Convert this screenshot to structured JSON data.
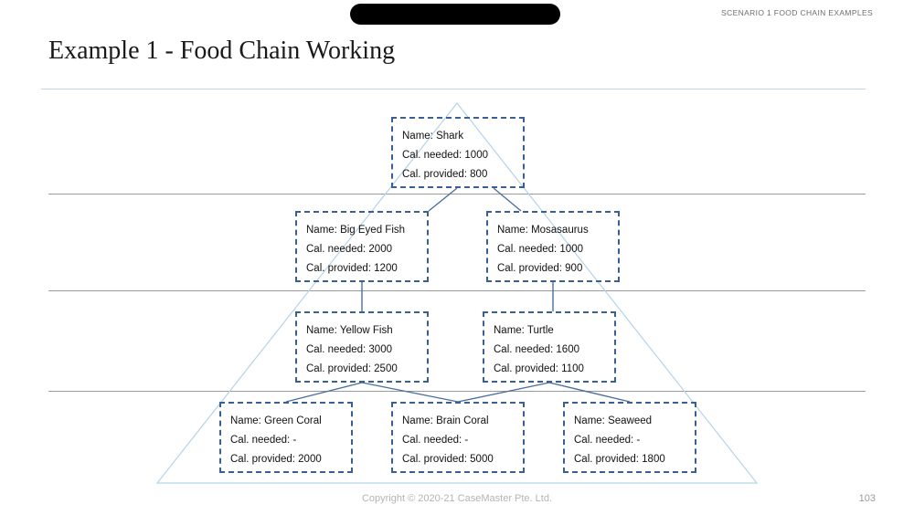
{
  "header": {
    "eyebrow": "SCENARIO 1 FOOD CHAIN EXAMPLES",
    "title": "Example 1 - Food Chain Working",
    "redaction_bar": "redaction-bar"
  },
  "labels": {
    "name_prefix": "Name:",
    "needed_prefix": "Cal. needed:",
    "provided_prefix": "Cal. provided:"
  },
  "nodes": [
    {
      "id": "shark",
      "name_line": "Name: Shark",
      "needed_line": "Cal. needed: 1000",
      "provided_line": "Cal. provided: 800",
      "name": "Shark",
      "cal_needed": "1000",
      "cal_provided": "800",
      "level": 1
    },
    {
      "id": "big-eyed-fish",
      "name_line": "Name: Big Eyed Fish",
      "needed_line": "Cal. needed: 2000",
      "provided_line": "Cal. provided: 1200",
      "name": "Big Eyed Fish",
      "cal_needed": "2000",
      "cal_provided": "1200",
      "level": 2
    },
    {
      "id": "mosasaurus",
      "name_line": "Name: Mosasaurus",
      "needed_line": "Cal. needed: 1000",
      "provided_line": "Cal. provided: 900",
      "name": "Mosasaurus",
      "cal_needed": "1000",
      "cal_provided": "900",
      "level": 2
    },
    {
      "id": "yellow-fish",
      "name_line": "Name: Yellow Fish",
      "needed_line": "Cal. needed: 3000",
      "provided_line": "Cal. provided: 2500",
      "name": "Yellow Fish",
      "cal_needed": "3000",
      "cal_provided": "2500",
      "level": 3
    },
    {
      "id": "turtle",
      "name_line": "Name: Turtle",
      "needed_line": "Cal. needed: 1600",
      "provided_line": "Cal. provided: 1100",
      "name": "Turtle",
      "cal_needed": "1600",
      "cal_provided": "1100",
      "level": 3
    },
    {
      "id": "green-coral",
      "name_line": "Name: Green Coral",
      "needed_line": "Cal. needed: -",
      "provided_line": "Cal. provided: 2000",
      "name": "Green Coral",
      "cal_needed": "-",
      "cal_provided": "2000",
      "level": 4
    },
    {
      "id": "brain-coral",
      "name_line": "Name: Brain Coral",
      "needed_line": "Cal. needed: -",
      "provided_line": "Cal. provided: 5000",
      "name": "Brain Coral",
      "cal_needed": "-",
      "cal_provided": "5000",
      "level": 4
    },
    {
      "id": "seaweed",
      "name_line": "Name: Seaweed",
      "needed_line": "Cal. needed: -",
      "provided_line": "Cal. provided: 1800",
      "name": "Seaweed",
      "cal_needed": "-",
      "cal_provided": "1800",
      "level": 4
    }
  ],
  "edges": [
    {
      "from": "big-eyed-fish",
      "to": "shark"
    },
    {
      "from": "mosasaurus",
      "to": "shark"
    },
    {
      "from": "yellow-fish",
      "to": "big-eyed-fish"
    },
    {
      "from": "turtle",
      "to": "mosasaurus"
    },
    {
      "from": "green-coral",
      "to": "yellow-fish"
    },
    {
      "from": "brain-coral",
      "to": "yellow-fish"
    },
    {
      "from": "brain-coral",
      "to": "turtle"
    },
    {
      "from": "seaweed",
      "to": "turtle"
    }
  ],
  "colors": {
    "box_border": "#3a5f94",
    "connector": "#4a6f9e",
    "pyramid": "#b5d4e8",
    "level_rule": "#9a9a9a",
    "title_rule": "#c7d3e2",
    "eyebrow_text": "#6e6e6e",
    "footer_text": "#b4b4b4",
    "redaction": "#000000"
  },
  "footer": {
    "copyright": "Copyright © 2020-21 CaseMaster Pte. Ltd.",
    "page_number": "103"
  }
}
